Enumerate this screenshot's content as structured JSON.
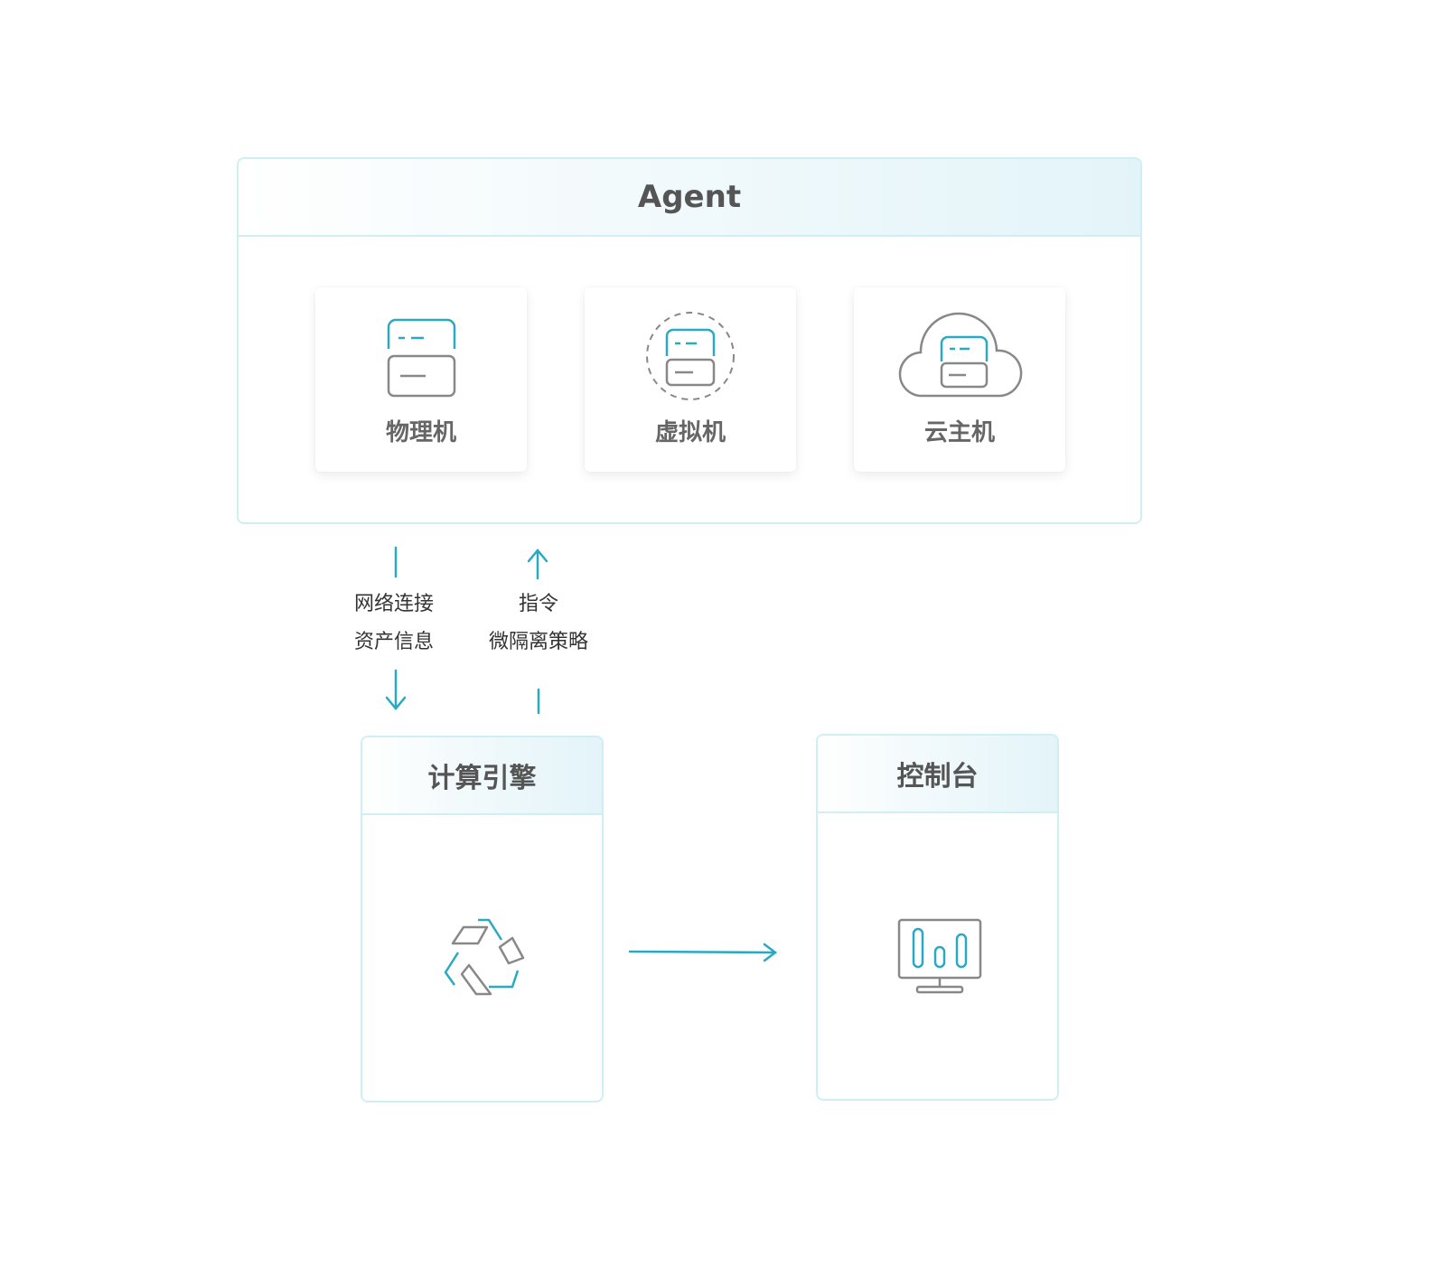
{
  "agent": {
    "title": "Agent",
    "hosts": [
      {
        "label": "物理机",
        "icon": "server-icon"
      },
      {
        "label": "虚拟机",
        "icon": "virtual-server-icon"
      },
      {
        "label": "云主机",
        "icon": "cloud-server-icon"
      }
    ]
  },
  "flows": {
    "upload": {
      "lines": [
        "网络连接",
        "资产信息"
      ]
    },
    "download": {
      "lines": [
        "指令",
        "微隔离策略"
      ]
    }
  },
  "engine": {
    "title": "计算引擎",
    "icon": "recycle-engine-icon"
  },
  "console": {
    "title": "控制台",
    "icon": "monitor-chart-icon"
  },
  "colors": {
    "accent": "#29a9c3",
    "border": "#cfeef5",
    "icon_gray": "#888888"
  }
}
